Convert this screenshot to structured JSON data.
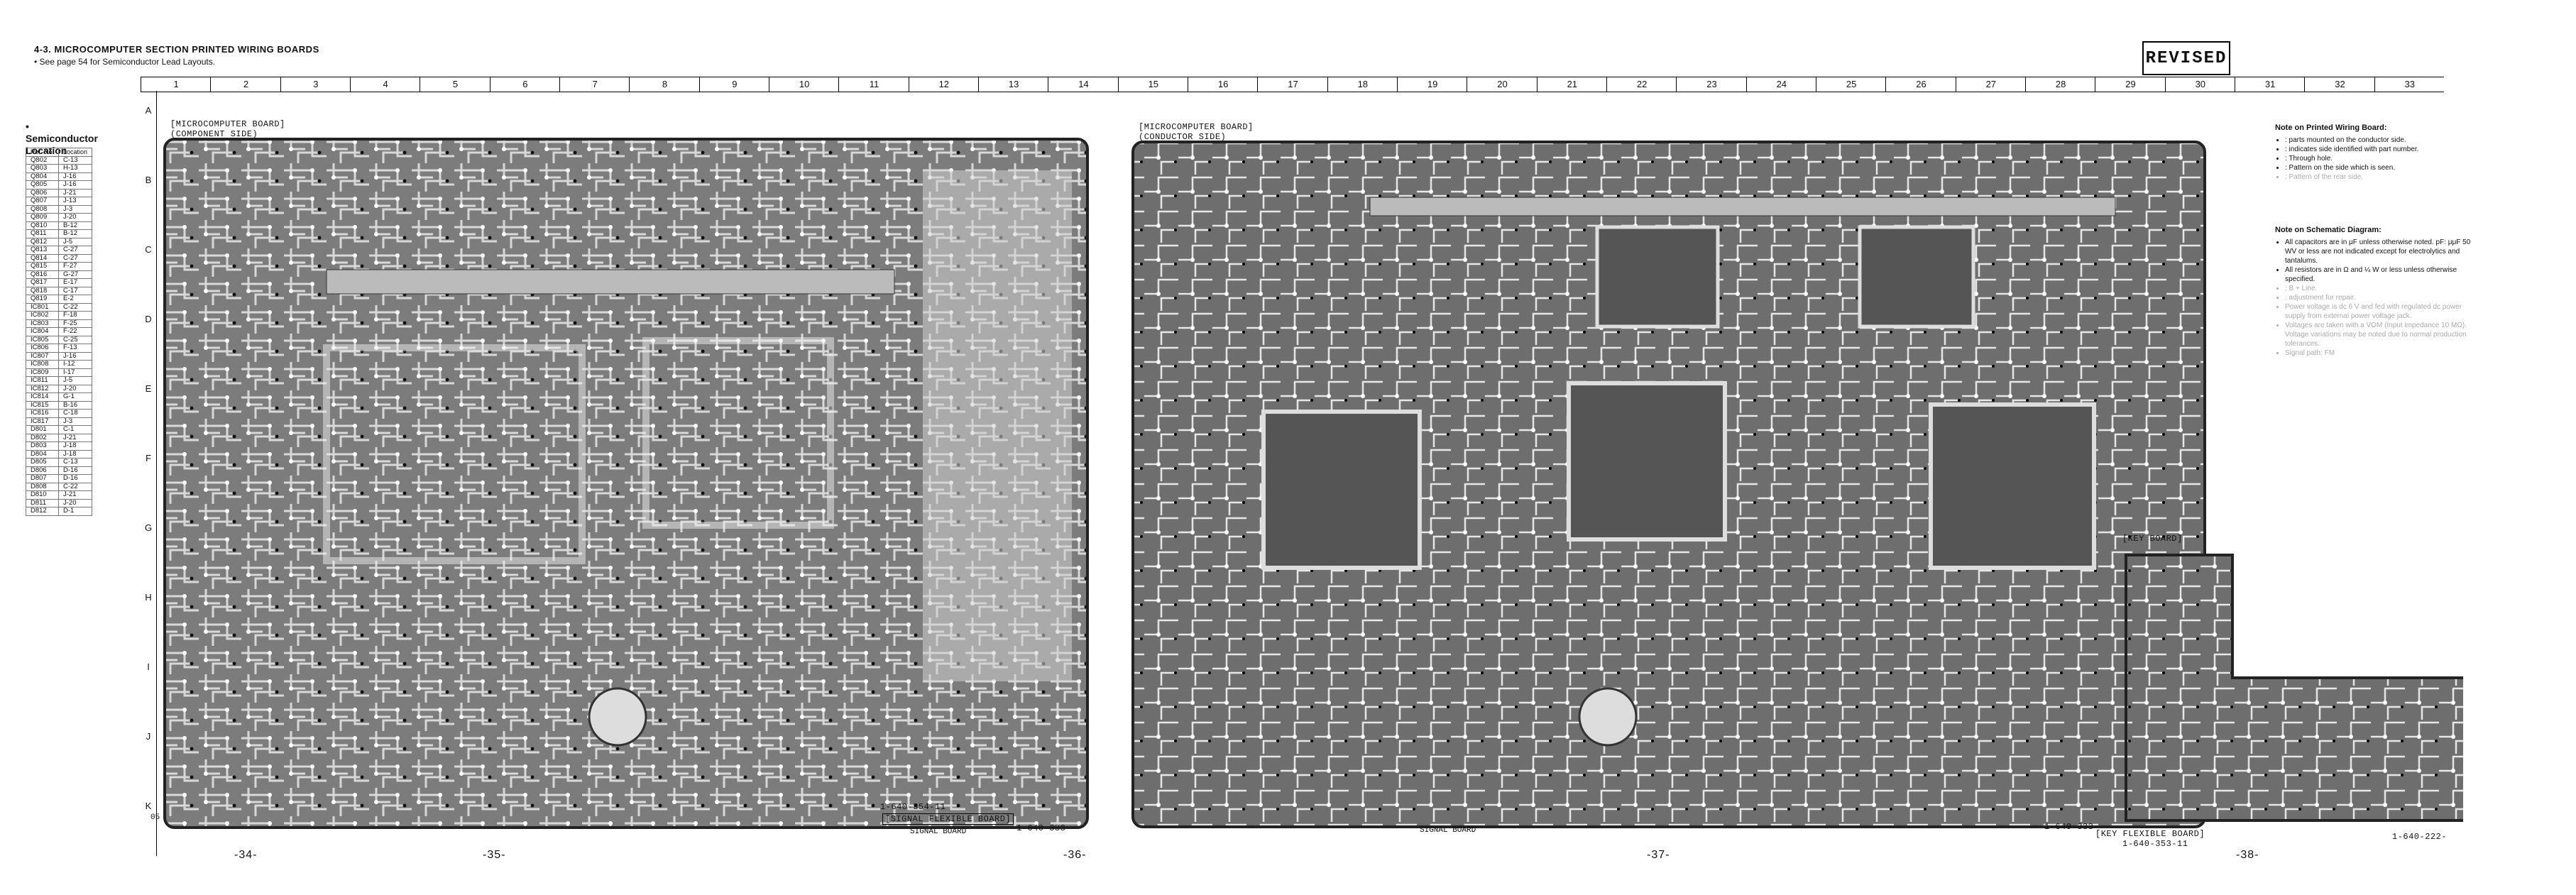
{
  "header": {
    "section_title": "4-3.  MICROCOMPUTER SECTION PRINTED WIRING BOARDS",
    "see_note": "• See page 54 for Semiconductor Lead Layouts.",
    "revised_stamp": "REVISED"
  },
  "grid": {
    "columns": [
      "1",
      "2",
      "3",
      "4",
      "5",
      "6",
      "7",
      "8",
      "9",
      "10",
      "11",
      "12",
      "13",
      "14",
      "15",
      "16",
      "17",
      "18",
      "19",
      "20",
      "21",
      "22",
      "23",
      "24",
      "25",
      "26",
      "27",
      "28",
      "29",
      "30",
      "31",
      "32",
      "33"
    ],
    "rows": [
      "A",
      "B",
      "C",
      "D",
      "E",
      "F",
      "G",
      "H",
      "I",
      "J",
      "K"
    ]
  },
  "semiconductor_location": {
    "title": "• Semiconductor Location",
    "headers": [
      "Ref. No.",
      "Location"
    ],
    "rows": [
      [
        "Q802",
        "C-13"
      ],
      [
        "Q803",
        "H-13"
      ],
      [
        "Q804",
        "J-16"
      ],
      [
        "Q805",
        "J-16"
      ],
      [
        "Q806",
        "J-21"
      ],
      [
        "Q807",
        "J-13"
      ],
      [
        "Q808",
        "J-3"
      ],
      [
        "Q809",
        "J-20"
      ],
      [
        "Q810",
        "B-12"
      ],
      [
        "Q811",
        "B-12"
      ],
      [
        "Q812",
        "J-5"
      ],
      [
        "Q813",
        "C-27"
      ],
      [
        "Q814",
        "C-27"
      ],
      [
        "Q815",
        "F-27"
      ],
      [
        "Q816",
        "G-27"
      ],
      [
        "Q817",
        "E-17"
      ],
      [
        "Q818",
        "C-17"
      ],
      [
        "Q819",
        "E-2"
      ],
      [
        "IC801",
        "C-22"
      ],
      [
        "IC802",
        "F-18"
      ],
      [
        "IC803",
        "F-25"
      ],
      [
        "IC804",
        "F-22"
      ],
      [
        "IC805",
        "C-25"
      ],
      [
        "IC806",
        "F-13"
      ],
      [
        "IC807",
        "J-16"
      ],
      [
        "IC808",
        "I-12"
      ],
      [
        "IC809",
        "I-17"
      ],
      [
        "IC811",
        "J-5"
      ],
      [
        "IC812",
        "J-20"
      ],
      [
        "IC814",
        "G-1"
      ],
      [
        "IC815",
        "B-16"
      ],
      [
        "IC816",
        "C-18"
      ],
      [
        "IC817",
        "J-3"
      ],
      [
        "D801",
        "C-1"
      ],
      [
        "D802",
        "J-21"
      ],
      [
        "D803",
        "J-18"
      ],
      [
        "D804",
        "J-18"
      ],
      [
        "D805",
        "C-13"
      ],
      [
        "D806",
        "D-16"
      ],
      [
        "D807",
        "D-16"
      ],
      [
        "D808",
        "C-22"
      ],
      [
        "D810",
        "J-21"
      ],
      [
        "D811",
        "J-20"
      ],
      [
        "D812",
        "D-1"
      ]
    ]
  },
  "boards": {
    "component_side_label": "[MICROCOMPUTER BOARD] (COMPONENT SIDE)",
    "conductor_side_label": "[MICROCOMPUTER BOARD] (CONDUCTOR SIDE)",
    "key_board_label": "[KEY BOARD]",
    "signal_flex_code": "1-640-354-11",
    "signal_flex_label": "[SIGNAL FLEXIBLE BOARD]",
    "component_code": "1-640-333-",
    "conductor_code": "1-640-333-",
    "key_flex_label": "[KEY FLEXIBLE BOARD]",
    "key_flex_code": "1-640-353-11",
    "key_code": "1-640-222-",
    "signal_board_tag": "SIGNAL BOARD",
    "left_marker": "05"
  },
  "page_numbers": [
    "-34-",
    "-35-",
    "-36-",
    "-37-",
    "-38-"
  ],
  "notes_wiring": {
    "title": "Note on Printed Wiring Board:",
    "items": [
      ": parts mounted on the conductor side.",
      ": indicates side identified with part number.",
      ": Through hole.",
      ": Pattern on the side which is seen.",
      ": Pattern of the rear side."
    ]
  },
  "notes_schematic": {
    "title": "Note on Schematic Diagram:",
    "items": [
      "All capacitors are in μF unless otherwise noted. pF: μμF 50 WV or less are not indicated except for electrolytics and tantalums.",
      "All resistors are in Ω and ¼ W or less unless otherwise specified.",
      ": B + Line.",
      ": adjustment for repair.",
      "Power voltage is dc 6 V and fed with regulated dc power supply from external power voltage jack.",
      "Voltages are taken with a VOM (Input impedance 10 MΩ). Voltage variations may be noted due to normal production tolerances.",
      "Signal path:  FM"
    ]
  }
}
